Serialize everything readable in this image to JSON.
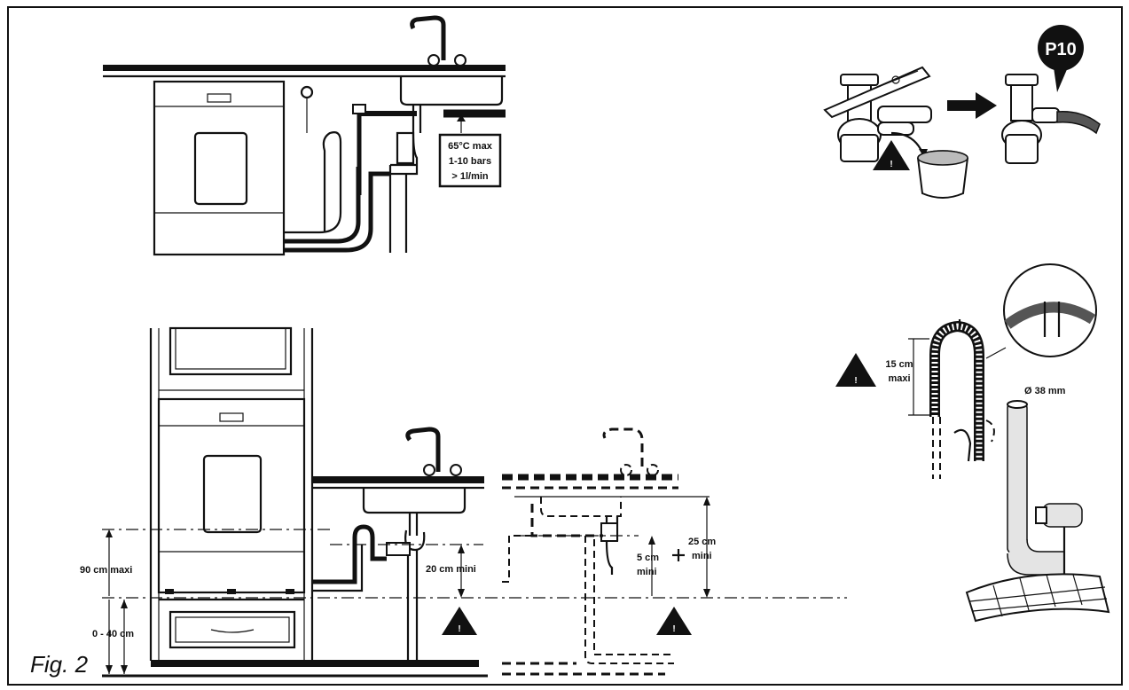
{
  "figure": {
    "caption": "Fig. 2",
    "supply_box": {
      "line1": "65°C max",
      "line2": "1-10 bars",
      "line3": "> 1l/min"
    },
    "badge": "P10",
    "labels": {
      "height_90": "90 cm maxi",
      "height_0_40": "0 - 40 cm",
      "height_20": "20 cm mini",
      "height_5_l1": "5 cm",
      "height_5_l2": "mini",
      "height_25_l1": "25 cm",
      "height_25_l2": "mini",
      "height_15_l1": "15 cm",
      "height_15_l2": "maxi",
      "diameter": "Ø 38 mm"
    },
    "icons": [
      "warning-icon",
      "bucket-icon",
      "pliers-icon",
      "arrow-right-icon"
    ]
  }
}
